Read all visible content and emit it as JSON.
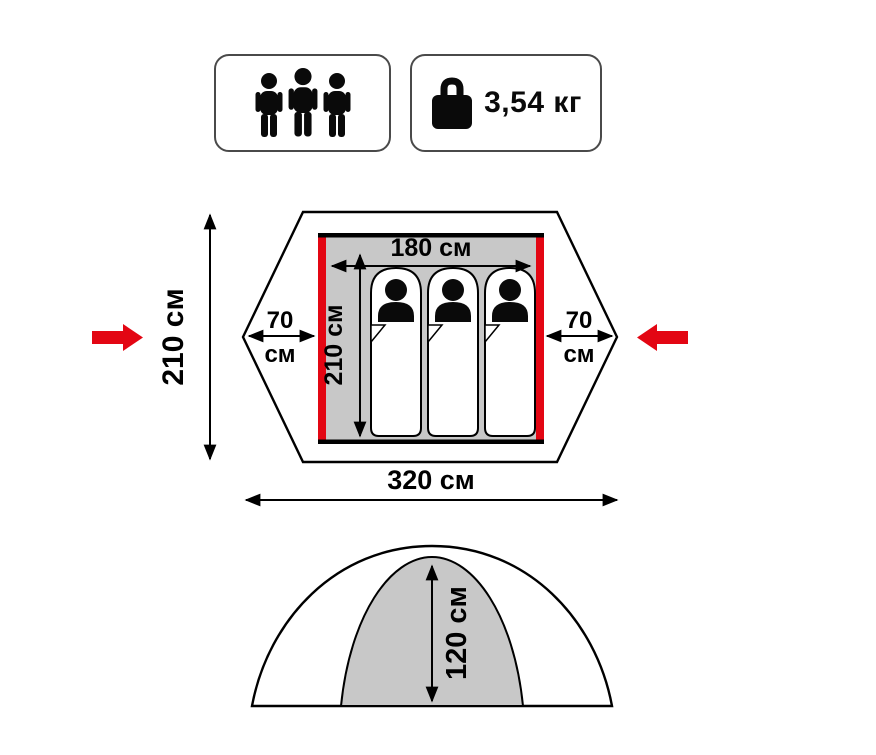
{
  "badges": {
    "capacity": {
      "icon": "three-persons-icon",
      "person_count": 3
    },
    "weight": {
      "icon": "weight-kettlebell-icon",
      "label": "3,54 кг"
    }
  },
  "top_view": {
    "overall_depth_label": "210 см",
    "overall_width_label": "320 см",
    "inner_width_label": "180 см",
    "inner_depth_label": "210 см",
    "vestibule_left": {
      "value": "70",
      "unit": "см"
    },
    "vestibule_right": {
      "value": "70",
      "unit": "см"
    },
    "sleeping_bag_count": 3,
    "entrance_arrow_sides": [
      "left",
      "right"
    ]
  },
  "front_view": {
    "height_label": "120 см"
  },
  "colors": {
    "accent_red": "#e30613",
    "inner_gray": "#c8c8c8",
    "outline_black": "#000000"
  }
}
